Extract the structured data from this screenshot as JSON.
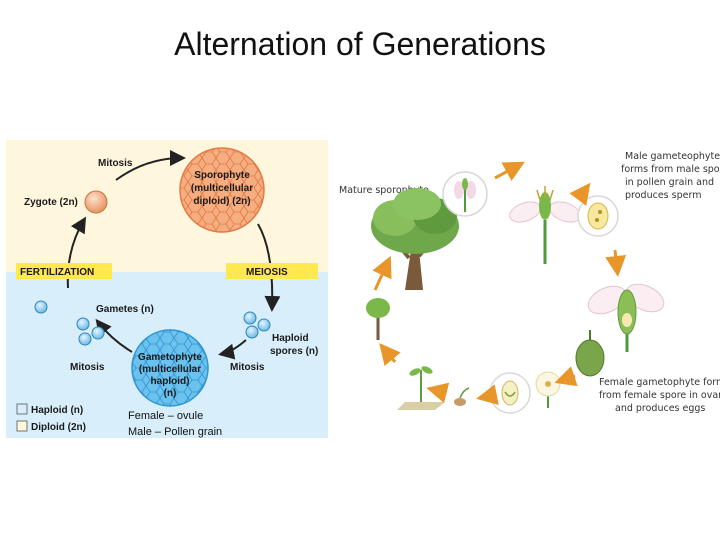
{
  "slide": {
    "title": "Alternation of Generations"
  },
  "cycle": {
    "mitosis_top": "Mitosis",
    "sporophyte": [
      "Sporophyte",
      "(multicellular",
      "diploid) (2n)"
    ],
    "zygote": "Zygote (2n)",
    "fertilization": "FERTILIZATION",
    "meiosis": "MEIOSIS",
    "gametes": "Gametes (n)",
    "haploid_spores": [
      "Haploid",
      "spores (n)"
    ],
    "gametophyte": [
      "Gametophyte",
      "(multicellular",
      "haploid)",
      "(n)"
    ],
    "mitosis_left": "Mitosis",
    "mitosis_right": "Mitosis",
    "legend": [
      {
        "label": "Haploid (n)"
      },
      {
        "label": "Diploid (2n)"
      }
    ],
    "notes": [
      "Female – ovule",
      "Male – Pollen grain"
    ]
  },
  "plant_cycle": {
    "mature_sporophyte": "Mature sporophyte",
    "male_caption": [
      "Male gameteophyte",
      "forms from male spore",
      "in pollen grain and",
      "produces sperm"
    ],
    "female_caption": [
      "Female gametophyte forms",
      "from female spore in ovary",
      "and produces eggs"
    ]
  },
  "colors": {
    "haploid_bg": "#d8eefb",
    "diploid_bg": "#fff6de",
    "sporophyte": "#f4a272",
    "gametophyte": "#55b7ea",
    "label_bar": "#ffe94f",
    "arrow": "#e8962a"
  }
}
